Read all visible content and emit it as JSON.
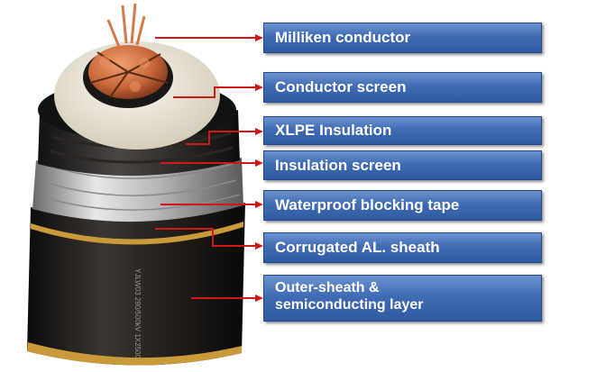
{
  "layers": [
    {
      "label": "Milliken conductor"
    },
    {
      "label": "Conductor screen"
    },
    {
      "label": "XLPE Insulation"
    },
    {
      "label": "Insulation screen"
    },
    {
      "label": "Waterproof blocking tape"
    },
    {
      "label": "Corrugated AL.  sheath"
    },
    {
      "label": "Outer-sheath & semiconducting layer"
    }
  ],
  "cable_print": "YJLW03 290/500kV 1X2500",
  "colors": {
    "label_fill": "#3f6cb4",
    "label_text": "#ffffff",
    "arrow": "#d01818",
    "copper": "#c8683a",
    "insulation": "#e8e2d2",
    "outer_sheath": "#1c1a18",
    "stripe": "#c99a3a"
  }
}
